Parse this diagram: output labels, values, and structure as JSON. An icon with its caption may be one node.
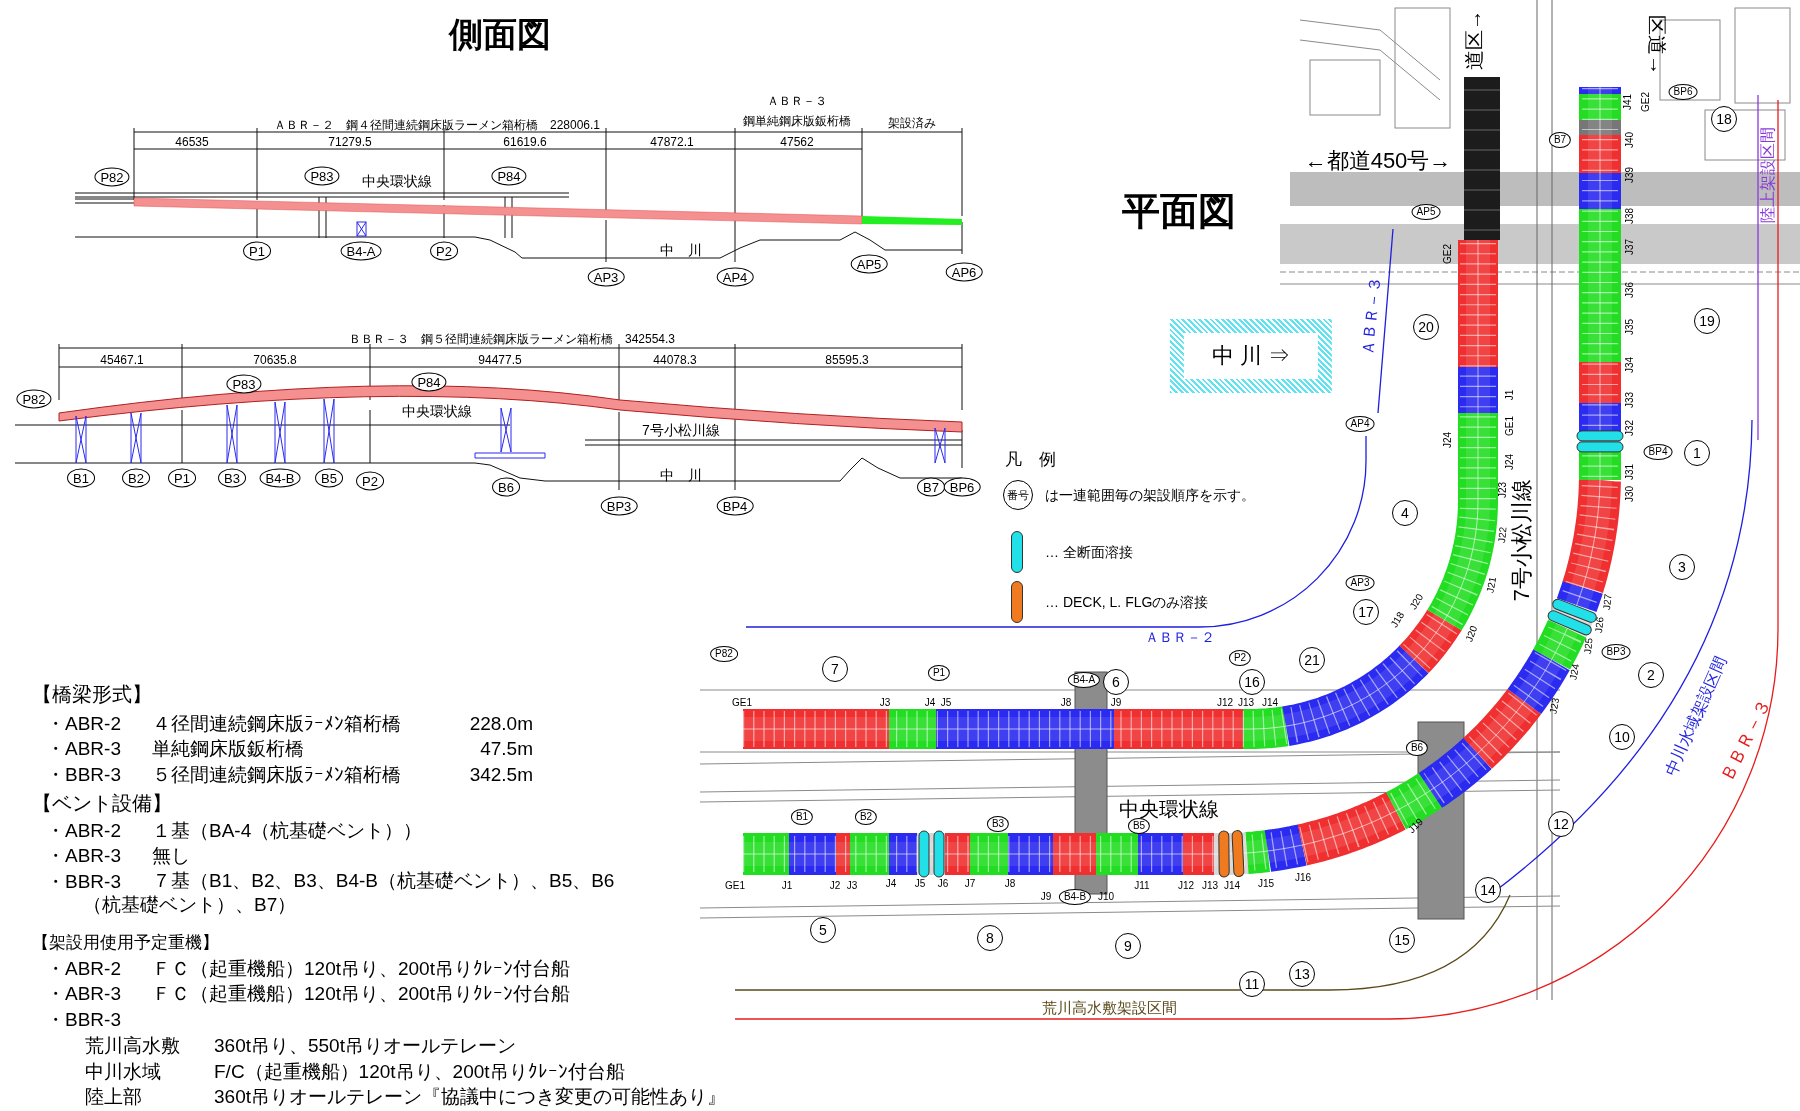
{
  "diagram": {
    "nodes": [
      {
        "text": [
          "P82"
        ]
      },
      {
        "text": [
          "P83"
        ]
      },
      {
        "text": [
          "P84"
        ]
      },
      {
        "text": [
          "P1"
        ]
      },
      {
        "text": [
          "B4-A"
        ]
      },
      {
        "text": [
          "P2"
        ]
      },
      {
        "text": [
          "AP3"
        ]
      },
      {
        "text": [
          "AP4"
        ]
      },
      {
        "text": [
          "AP5"
        ]
      },
      {
        "text": [
          "AP6"
        ]
      },
      {
        "text": [
          "P82"
        ]
      },
      {
        "text": [
          "P83"
        ]
      },
      {
        "text": [
          "P84"
        ]
      },
      {
        "text": [
          "B1"
        ]
      },
      {
        "text": [
          "B2"
        ]
      },
      {
        "text": [
          "P1"
        ]
      },
      {
        "text": [
          "B3"
        ]
      },
      {
        "text": [
          "B4-B"
        ]
      },
      {
        "text": [
          "B5"
        ]
      },
      {
        "text": [
          "P2"
        ]
      },
      {
        "text": [
          "B6"
        ]
      },
      {
        "text": [
          "BP3"
        ]
      },
      {
        "text": [
          "BP4"
        ]
      },
      {
        "text": [
          "B7"
        ]
      },
      {
        "text": [
          "BP6"
        ]
      },
      {
        "text": [
          "中 川 ⇒"
        ]
      },
      {
        "text": [
          "BP6"
        ]
      },
      {
        "text": [
          "B7"
        ]
      },
      {
        "text": [
          "AP5"
        ]
      },
      {
        "text": [
          "AP4"
        ]
      },
      {
        "text": [
          "BP4"
        ]
      },
      {
        "text": [
          "AP3"
        ]
      },
      {
        "text": [
          "BP3"
        ]
      },
      {
        "text": [
          "P82"
        ]
      },
      {
        "text": [
          "P1"
        ]
      },
      {
        "text": [
          "B4-A"
        ]
      },
      {
        "text": [
          "P2"
        ]
      },
      {
        "text": [
          "B6"
        ]
      },
      {
        "text": [
          "B1"
        ]
      },
      {
        "text": [
          "B2"
        ]
      },
      {
        "text": [
          "B3"
        ]
      },
      {
        "text": [
          "B5"
        ]
      },
      {
        "text": [
          "B4-B"
        ]
      },
      {
        "text": [
          "1"
        ]
      },
      {
        "text": [
          "2"
        ]
      },
      {
        "text": [
          "3"
        ]
      },
      {
        "text": [
          "4"
        ]
      },
      {
        "text": [
          "5"
        ]
      },
      {
        "text": [
          "6"
        ]
      },
      {
        "text": [
          "7"
        ]
      },
      {
        "text": [
          "8"
        ]
      },
      {
        "text": [
          "9"
        ]
      },
      {
        "text": [
          "10"
        ]
      },
      {
        "text": [
          "11"
        ]
      },
      {
        "text": [
          "12"
        ]
      },
      {
        "text": [
          "13"
        ]
      },
      {
        "text": [
          "14"
        ]
      },
      {
        "text": [
          "15"
        ]
      },
      {
        "text": [
          "16"
        ]
      },
      {
        "text": [
          "17"
        ]
      },
      {
        "text": [
          "18"
        ]
      },
      {
        "text": [
          "19"
        ]
      },
      {
        "text": [
          "20"
        ]
      },
      {
        "text": [
          "21"
        ]
      },
      {
        "text": [
          "番号"
        ]
      }
    ],
    "labels": [
      "側面図",
      "ＡＢＲ－３",
      "ＡＢＲ－２　鋼４径間連続鋼床版ラーメン箱桁橋　228006.1",
      "鋼単純鋼床版鈑桁橋",
      "架設済み",
      "46535",
      "71279.5",
      "61619.6",
      "47872.1",
      "47562",
      "中央環状線",
      "中　川",
      "ＢＢＲ－３　鋼５径間連続鋼床版ラーメン箱桁橋　342554.3",
      "45467.1",
      "70635.8",
      "94477.5",
      "44078.3",
      "85595.3",
      "中央環状線",
      "7号小松川線",
      "中　川",
      "平面図",
      "道区→",
      "区道→",
      "←都道450号→",
      "ＡＢＲ－３",
      "凡　例",
      "ＡＢＲ－２",
      "7号小松川線",
      "中川水域架設区間",
      "陸上架設区間",
      "ＢＢＲ－３",
      "中央環状線",
      "荒川高水敷架設区間",
      "GE1",
      "J3",
      "J4",
      "J5",
      "J8",
      "J9",
      "J12",
      "J13",
      "J14",
      "GE1",
      "J1",
      "J2",
      "J3",
      "J4",
      "J5",
      "J6",
      "J7",
      "J8",
      "J9",
      "J10",
      "J11",
      "J12",
      "J13",
      "J14",
      "J15",
      "J16",
      "J18",
      "J20",
      "J20",
      "J21",
      "J22",
      "J23",
      "J24",
      "J24",
      "GE1",
      "J1",
      "GE2",
      "J19",
      "J23",
      "J24",
      "J25",
      "J26",
      "J27",
      "J30",
      "J31",
      "J32",
      "J33",
      "J34",
      "J35",
      "J36",
      "J37",
      "J38",
      "J39",
      "J40",
      "J41",
      "GE2",
      "【橋梁形式】",
      "・ABR-2",
      "４径間連続鋼床版ﾗｰﾒﾝ箱桁橋",
      "228.0m",
      "・ABR-3",
      "単純鋼床版鈑桁橋",
      "47.5m",
      "・BBR-3",
      "５径間連続鋼床版ﾗｰﾒﾝ箱桁橋",
      "342.5m",
      "【ベント設備】",
      "・ABR-2",
      "１基（BA-4（杭基礎ベント））",
      "・ABR-3",
      "無し",
      "・BBR-3",
      "７基（B1、B2、B3、B4-B（杭基礎ベント）、B5、B6 （杭基礎ベント）、B7）",
      "【架設用使用予定重機】",
      "・ABR-2",
      "ＦＣ（起重機船）120t吊り、200t吊りｸﾚｰﾝ付台船",
      "・ABR-3",
      "ＦＣ（起重機船）120t吊り、200t吊りｸﾚｰﾝ付台船",
      "・BBR-3",
      "荒川高水敷",
      "360t吊り、550t吊りオールテレーン",
      "中川水域",
      "F/C（起重機船）120t吊り、200t吊りｸﾚｰﾝ付台船",
      "陸上部",
      "360t吊りオールテレーン『協議中につき変更の可能性あり』"
    ],
    "legend": [
      {
        "text": "は一連範囲毎の架設順序を示す。"
      },
      {
        "text": "… 全断面溶接",
        "color": "#22e0e8"
      },
      {
        "text": "… DECK, L. FLGのみ溶接",
        "color": "#f07a20"
      }
    ]
  }
}
